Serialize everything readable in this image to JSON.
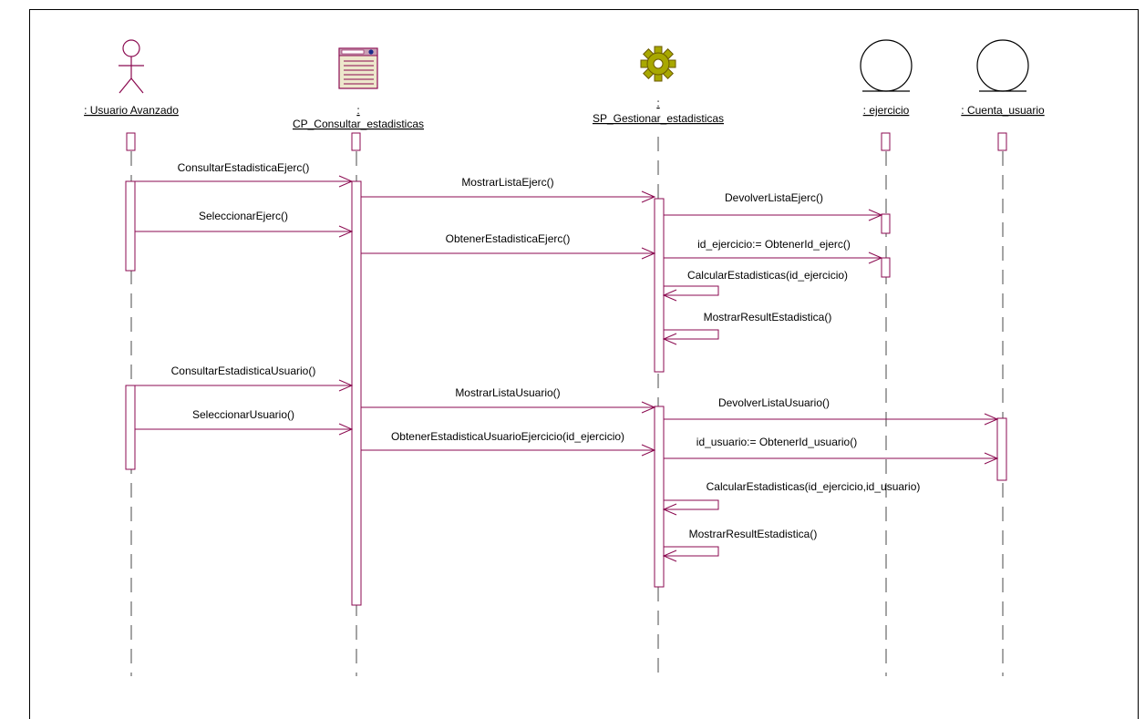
{
  "colors": {
    "line": "#8b0a50",
    "lifeline": "#4a4a4a",
    "text": "#000000",
    "icon_fill": "#ede8cc",
    "gear": "#a8a800"
  },
  "participants": [
    {
      "id": "usuario",
      "kind": "actor",
      "icon": "actor-icon",
      "name": ": Usuario Avanzado"
    },
    {
      "id": "cp",
      "kind": "boundary",
      "icon": "form-window-icon",
      "colon": ":",
      "name": "CP_Consultar_estadisticas"
    },
    {
      "id": "sp",
      "kind": "control",
      "icon": "gear-icon",
      "colon": ":",
      "name": "SP_Gestionar_estadisticas"
    },
    {
      "id": "ejercicio",
      "kind": "entity",
      "icon": "entity-icon",
      "name": ": ejercicio"
    },
    {
      "id": "cuenta",
      "kind": "entity",
      "icon": "entity-icon",
      "name": ": Cuenta_usuario"
    }
  ],
  "messages": [
    {
      "label": "ConsultarEstadisticaEjerc()",
      "from": "usuario",
      "to": "cp"
    },
    {
      "label": "MostrarListaEjerc()",
      "from": "cp",
      "to": "sp"
    },
    {
      "label": "DevolverListaEjerc()",
      "from": "sp",
      "to": "ejercicio"
    },
    {
      "label": "SeleccionarEjerc()",
      "from": "usuario",
      "to": "cp"
    },
    {
      "label": "ObtenerEstadisticaEjerc()",
      "from": "cp",
      "to": "sp"
    },
    {
      "label": "id_ejercicio:= ObtenerId_ejerc()",
      "from": "sp",
      "to": "ejercicio"
    },
    {
      "label": "CalcularEstadisticas(id_ejercicio)",
      "from": "sp",
      "to": "sp"
    },
    {
      "label": "MostrarResultEstadistica()",
      "from": "sp",
      "to": "sp"
    },
    {
      "label": "ConsultarEstadisticaUsuario()",
      "from": "usuario",
      "to": "cp"
    },
    {
      "label": "MostrarListaUsuario()",
      "from": "cp",
      "to": "sp"
    },
    {
      "label": "DevolverListaUsuario()",
      "from": "sp",
      "to": "cuenta"
    },
    {
      "label": "SeleccionarUsuario()",
      "from": "usuario",
      "to": "cp"
    },
    {
      "label": "ObtenerEstadisticaUsuarioEjercicio(id_ejercicio)",
      "from": "cp",
      "to": "sp"
    },
    {
      "label": "id_usuario:= ObtenerId_usuario()",
      "from": "sp",
      "to": "cuenta"
    },
    {
      "label": "CalcularEstadisticas(id_ejercicio,id_usuario)",
      "from": "sp",
      "to": "sp"
    },
    {
      "label": "MostrarResultEstadistica()",
      "from": "sp",
      "to": "sp"
    }
  ]
}
